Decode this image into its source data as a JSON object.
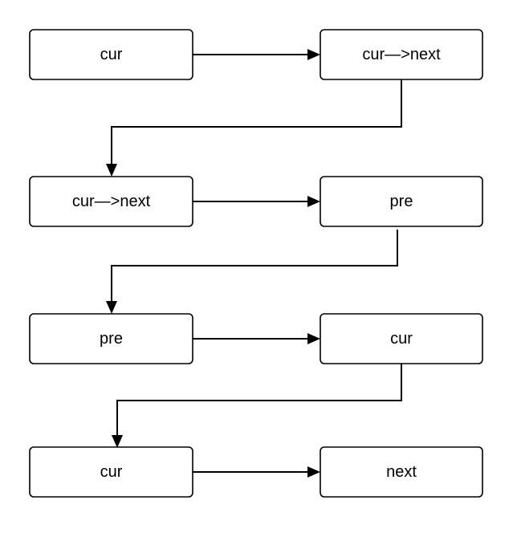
{
  "nodes": {
    "n1": {
      "label": "cur"
    },
    "n2": {
      "label": "cur—>next"
    },
    "n3": {
      "label": "cur—>next"
    },
    "n4": {
      "label": "pre"
    },
    "n5": {
      "label": "pre"
    },
    "n6": {
      "label": "cur"
    },
    "n7": {
      "label": "cur"
    },
    "n8": {
      "label": "next"
    }
  },
  "edges": [
    {
      "from": "n1",
      "to": "n2"
    },
    {
      "from": "n2",
      "to": "n3"
    },
    {
      "from": "n3",
      "to": "n4"
    },
    {
      "from": "n4",
      "to": "n5"
    },
    {
      "from": "n5",
      "to": "n6"
    },
    {
      "from": "n6",
      "to": "n7"
    },
    {
      "from": "n7",
      "to": "n8"
    }
  ],
  "colors": {
    "stroke": "#000000",
    "fill": "#ffffff",
    "text": "#000000"
  }
}
